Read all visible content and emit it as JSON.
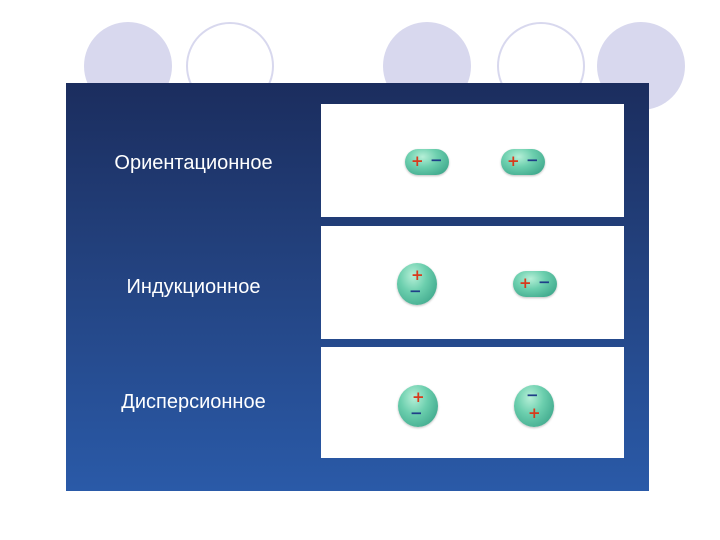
{
  "rows": [
    {
      "label": "Ориентационное"
    },
    {
      "label": "Индукционное"
    },
    {
      "label": "Дисперсионное"
    }
  ],
  "signs": {
    "plus": "+",
    "minus": "−"
  },
  "colors": {
    "panel_top": "#1b2d5e",
    "panel_bottom": "#2a5aa8",
    "molecule": "#6ccfae",
    "plus": "#d83a1c",
    "minus": "#1f3f88",
    "decor_circle": "#d8d8ee"
  }
}
